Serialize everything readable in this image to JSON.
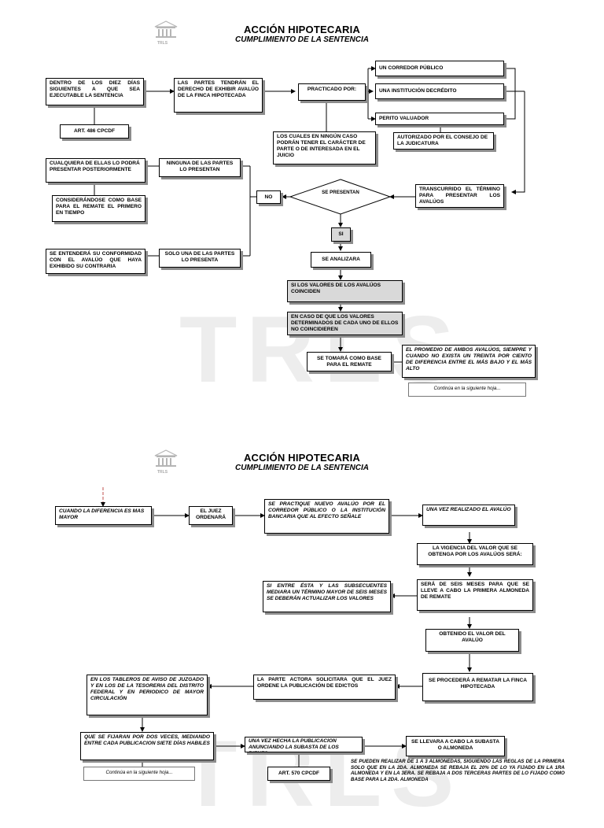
{
  "page1": {
    "title": "ACCIÓN HIPOTECARIA",
    "subtitle": "CUMPLIMIENTO DE LA SENTENCIA",
    "logo_text": "TRLS",
    "watermark": "TRLS",
    "boxes": {
      "dentro": "DENTRO DE LOS DIEZ DÍAS SIGUIENTES A QUE SEA EJECUTABLE LA SENTENCIA",
      "art486": "ART. 486 CPCDF",
      "partes_exhibir": "LAS PARTES TENDRÁN EL DERECHO DE EXHIBIR AVALÚO DE LA FINCA HIPOTECADA",
      "practicado": "PRACTICADO POR:",
      "corredor": "UN CORREDOR PÚBLICO",
      "institucion": "UNA INSTITUCIÓN DECRÉDITO",
      "perito": "PERITO VALUADOR",
      "autorizado": "AUTORIZADO POR EL CONSEJO DE LA JUDICATURA",
      "los_cuales": "LOS CUALES EN NINGÚN CASO PODRÁN TENER EL CARÁCTER DE PARTE O DE INTERESADA EN EL JUICIO",
      "cualquiera": "CUALQUIERA DE ELLAS LO PODRÁ PRESENTAR POSTERIORMENTE",
      "ninguna": "NINGUNA DE LAS PARTES LO PRESENTAN",
      "considerandose": "CONSIDERÁNDOSE COMO BASE PARA EL REMATE EL PRIMERO EN TIEMPO",
      "no": "NO",
      "se_presentan": "SE PRESENTAN",
      "transcurrido": "TRANSCURRIDO EL TÉRMINO PARA PRESENTAR LOS AVALÚOS",
      "si": "SI",
      "se_entendera": "SE ENTENDERÁ SU CONFORMIDAD CON EL AVALÚO QUE HAYA EXHIBIDO SU CONTRARIA",
      "solo_una": "SOLO UNA DE LAS PARTES LO PRESENTA",
      "se_analizara": "SE ANALIZARA",
      "si_valores": "SI LOS VALORES DE LOS AVALÚOS COINCIDEN",
      "en_caso": "EN CASO DE QUE LOS VALORES DETERMINADOS DE CADA UNO DE ELLOS NO COINCIDIEREN",
      "se_tomara": "SE TOMARÁ COMO BASE PARA EL REMATE",
      "promedio": "EL PROMEDIO DE AMBOS AVALÚOS, SIEMPRE Y CUANDO NO EXISTA UN TREINTA POR CIENTO DE DIFERENCIA ENTRE EL MÁS BAJO Y EL MÁS ALTO",
      "continua": "Continúa en la siguiente hoja..."
    }
  },
  "page2": {
    "title": "ACCIÓN HIPOTECARIA",
    "subtitle": "CUMPLIMIENTO DE LA SENTENCIA",
    "logo_text": "TRLS",
    "watermark": "TRLS",
    "boxes": {
      "cuando": "CUANDO LA DIFERENCIA ES MAS MAYOR",
      "el_juez": "EL JUEZ ORDENARÁ",
      "nuevo_avaluo": "SE PRACTIQUE NUEVO AVALÚO POR EL CORREDOR PÚBLICO O LA INSTITUCIÓN BANCARIA QUE AL EFECTO SEÑALE",
      "una_vez": "UNA VEZ REALIZADO EL AVALÚO",
      "vigencia": "LA VIGENCIA DEL VALOR QUE SE OBTENGA POR LOS AVALÚOS SERÁ:",
      "si_entre": "SI ENTRE ÉSTA Y LAS SUBSECUENTES MEDIARA UN TÉRMINO MAYOR DE SEIS MESES SE DEBERÁN ACTUALIZAR LOS VALORES",
      "seis_meses": "SERÁ DE SEIS MESES PARA QUE SE LLEVE A CABO LA PRIMERA ALMONEDA DE REMATE",
      "obtenido": "OBTENIDO EL VALOR DEL AVALÚO",
      "tableros": "EN LOS TABLEROS DE AVISO DE JUZGADO Y EN LOS DE LA TESORERIA DEL DISTRITO FEDERAL Y EN PERIODICO DE MAYOR CIRCULACIÓN",
      "parte_actora": "LA PARTE ACTORA SOLICITARA QUE EL JUEZ ORDENE LA PUBLICACIÓN DE EDICTOS",
      "procedera": "SE PROCEDERÁ A REMATAR LA FINCA HIPOTECADA",
      "se_fijaran": "QUE SE FIJARAN POR DOS VECES, MEDIANDO ENTRE CADA PUBLICACION SIETE DÍAS HABILES",
      "publicacion": "UNA VEZ HECHA LA PUBLICACION ANUNCIANDO LA SUBASTA DE LOS BIENES",
      "subasta": "SE LLEVARA A CABO LA SUBASTA O ALMONEDA",
      "art570": "ART. 570 CPCDF",
      "almonedas": "SE PUEDEN REALIZAR DE 1 A 3 ALMONEDAS, SIGUIENDO LAS REGLAS DE LA PRIMERA SOLO QUE EN LA 2DA. ALMONEDA SE REBAJA EL 20% DE LO YA FIJADO EN LA 1RA ALMONEDA Y EN LA 3ERA. SE REBAJA A DOS TERCERAS PARTES DE LO FIJADO COMO BASE PARA LA 2DA. ALMONEDA",
      "continua": "Continúa en la siguiente hoja..."
    }
  }
}
